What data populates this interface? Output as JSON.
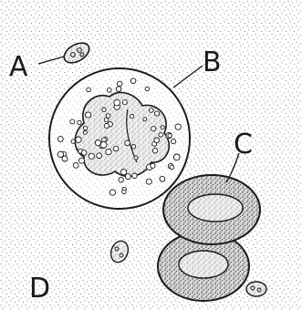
{
  "labels": {
    "a": "A",
    "b": "B",
    "c": "C",
    "d": "D"
  },
  "colors": {
    "ink": "#1a1a1a",
    "stipple": "#6a6a6a",
    "background": "#ffffff"
  }
}
